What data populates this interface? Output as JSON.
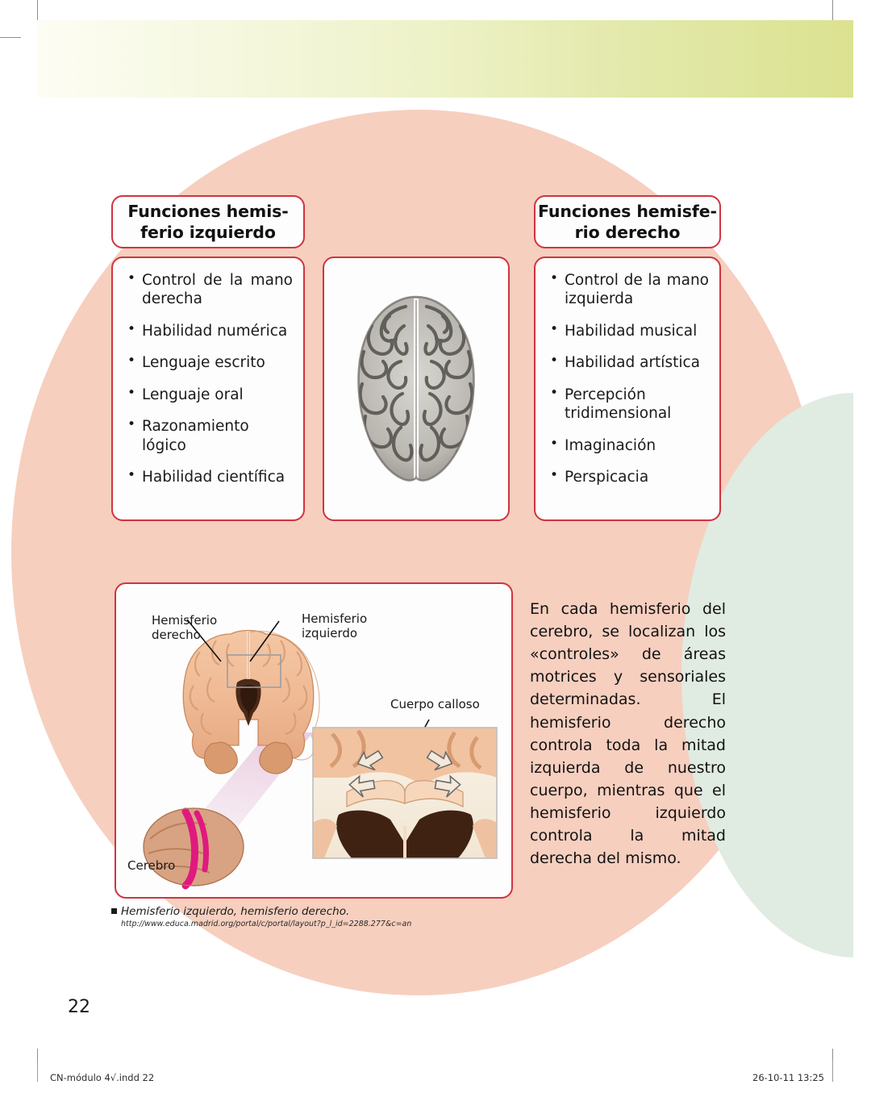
{
  "page": {
    "folio": "22",
    "accent_border": "#cf3440",
    "blob_pink": "#f6cfbf",
    "blob_green": "#e0ebe1",
    "topbar_gradient_from": "#fdfdf4",
    "topbar_gradient_to": "#dbe290"
  },
  "left_panel": {
    "title": "Funciones hemis-\nferio izquierdo",
    "title_line1": "Funciones hemis-",
    "title_line2": "ferio izquierdo",
    "items": [
      "Control de la mano derecha",
      "Habilidad numérica",
      "Lenguaje escrito",
      "Lenguaje oral",
      "Razonamiento lógico",
      "Habilidad científica"
    ]
  },
  "right_panel": {
    "title_line1": "Funciones hemisfe-",
    "title_line2": "rio derecho",
    "items": [
      "Control de la mano izquierda",
      "Habilidad musical",
      "Habilidad artística",
      "Percepción tridimensional",
      "Imaginación",
      "Perspicacia"
    ]
  },
  "center_photo": {
    "alt": "brain-top-view-photo"
  },
  "figure": {
    "labels": {
      "right_hemisphere_line1": "Hemisferio",
      "right_hemisphere_line2": "derecho",
      "left_hemisphere_line1": "Hemisferio",
      "left_hemisphere_line2": "izquierdo",
      "corpus_callosum": "Cuerpo calloso",
      "cerebrum": "Cerebro"
    }
  },
  "body_text": {
    "paragraph": "En cada hemisferio del cerebro, se localizan los «controles» de áreas motrices y sensoriales determinadas. El hemisferio derecho controla toda la mitad izquierda de nuestro cuerpo, mientras que el hemisferio izquierdo controla la mitad derecha del mismo."
  },
  "caption": {
    "title": "Hemisferio izquierdo, hemisferio derecho.",
    "source_url": "http://www.educa.madrid.org/portal/c/portal/layout?p_l_id=2288.277&c=an"
  },
  "print_footer": {
    "file": "CN-módulo 4√.indd   22",
    "timestamp": "26-10-11   13:25"
  }
}
